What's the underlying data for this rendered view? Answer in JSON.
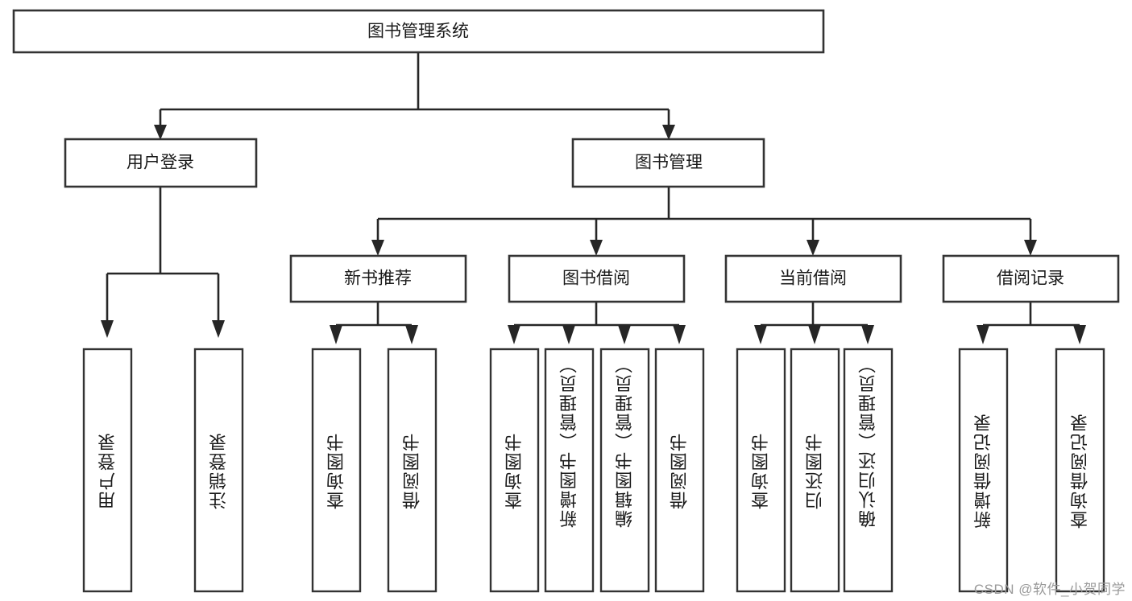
{
  "diagram": {
    "title": "图书管理系统",
    "type": "hierarchy-tree",
    "colors": {
      "box_stroke": "#333333",
      "box_fill": "#ffffff",
      "connector": "#262626",
      "text": "#1a1a1a",
      "watermark": "#9a9a9a",
      "background": "#ffffff"
    },
    "root": {
      "id": "root",
      "label": "图书管理系统"
    },
    "level2": [
      {
        "id": "user-login",
        "label": "用户登录"
      },
      {
        "id": "book-manage",
        "label": "图书管理"
      }
    ],
    "level3": [
      {
        "id": "new-book-recommend",
        "label": "新书推荐",
        "parent": "book-manage"
      },
      {
        "id": "book-borrow",
        "label": "图书借阅",
        "parent": "book-manage"
      },
      {
        "id": "current-borrow",
        "label": "当前借阅",
        "parent": "book-manage"
      },
      {
        "id": "borrow-record",
        "label": "借阅记录",
        "parent": "book-manage"
      }
    ],
    "leaves": {
      "user-login": [
        {
          "id": "leaf-user-login",
          "label": "用户登录"
        },
        {
          "id": "leaf-user-logout",
          "label": "注销登录"
        }
      ],
      "new-book-recommend": [
        {
          "id": "leaf-query-book-1",
          "label": "查询图书"
        },
        {
          "id": "leaf-borrow-book-1",
          "label": "借阅图书"
        }
      ],
      "book-borrow": [
        {
          "id": "leaf-query-book-2",
          "label": "查询图书"
        },
        {
          "id": "leaf-add-book",
          "label": "新增图书（管理员）"
        },
        {
          "id": "leaf-edit-book",
          "label": "编辑图书（管理员）"
        },
        {
          "id": "leaf-borrow-book-2",
          "label": "借阅图书"
        }
      ],
      "current-borrow": [
        {
          "id": "leaf-query-book-3",
          "label": "查询图书"
        },
        {
          "id": "leaf-return-book",
          "label": "归还图书"
        },
        {
          "id": "leaf-confirm-return",
          "label": "确认归还（管理员）"
        }
      ],
      "borrow-record": [
        {
          "id": "leaf-add-record",
          "label": "新增借阅记录"
        },
        {
          "id": "leaf-query-record",
          "label": "查询借阅记录"
        }
      ]
    }
  },
  "watermark": {
    "text": "CSDN @软件_小贺同学"
  }
}
